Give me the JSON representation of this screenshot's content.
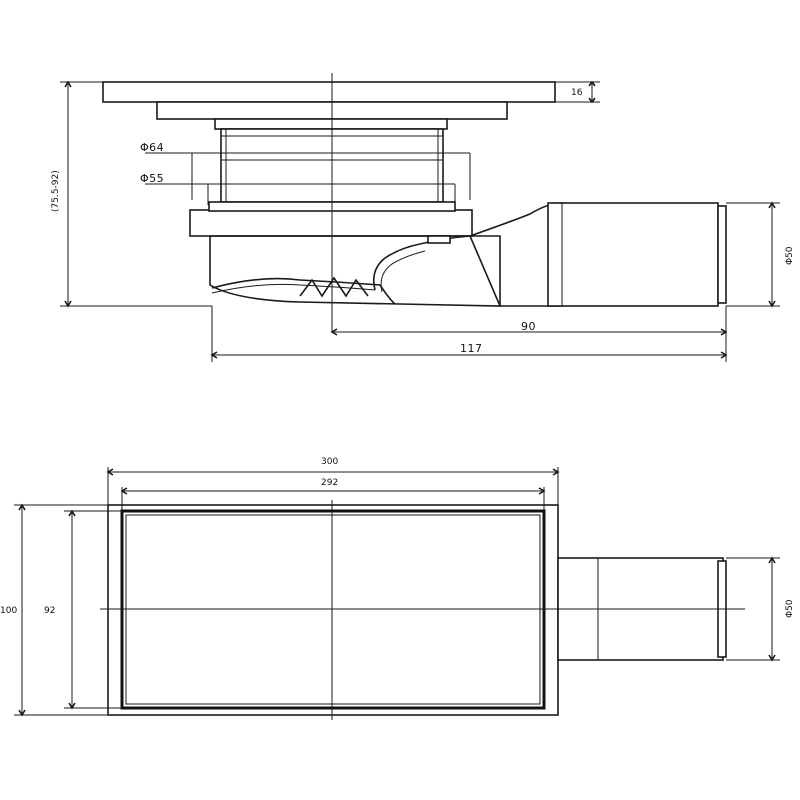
{
  "side_view": {
    "flange_thickness": "16",
    "diameter_outer": "Φ64",
    "diameter_inner": "Φ55",
    "overall_height": "(75.5-92)",
    "outlet_diameter": "Φ50",
    "outlet_length": "90",
    "total_length": "117"
  },
  "top_view": {
    "outer_width": "300",
    "inner_width": "292",
    "outer_height": "100",
    "inner_height": "92",
    "outlet_diameter": "Φ50"
  },
  "colors": {
    "line": "#1a1a1a",
    "background": "#ffffff"
  }
}
